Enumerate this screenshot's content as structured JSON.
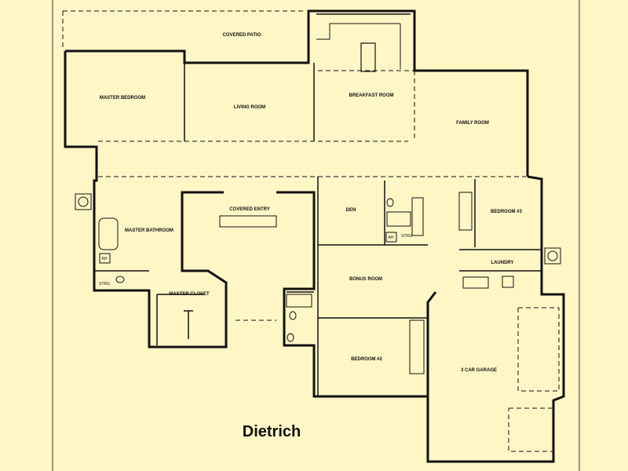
{
  "plan": {
    "title": "Dietrich",
    "rooms": {
      "covered_patio": "COVERED PATIO",
      "master_bedroom": "MASTER BEDROOM",
      "living_room": "LIVING ROOM",
      "breakfast_room": "BREAKFAST ROOM",
      "family_room": "FAMILY ROOM",
      "covered_entry": "COVERED ENTRY",
      "master_bathroom": "MASTER BATHROOM",
      "master_closet": "MASTER CLOSET",
      "den": "DEN",
      "bedroom_3": "BEDROOM #3",
      "laundry": "LAUNDRY",
      "bonus_room": "BONUS ROOM",
      "bedroom_2": "BEDROOM #2",
      "garage": "3 CAR GARAGE"
    },
    "fixtures": {
      "ah_1": "AH",
      "ah_2": "AH",
      "storage_1": "STRG",
      "storage_2": "STRG"
    }
  }
}
